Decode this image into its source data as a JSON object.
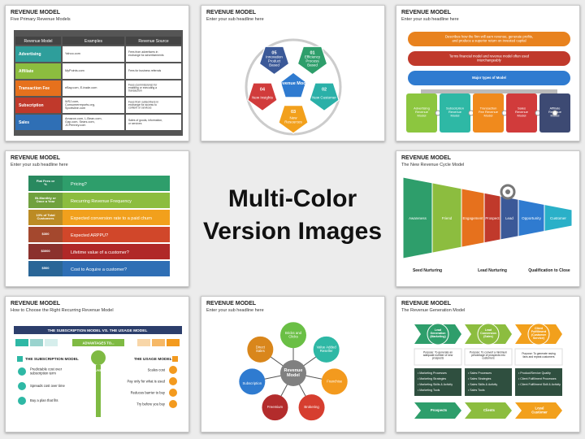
{
  "center": {
    "line1": "Multi-Color",
    "line2": "Version Images"
  },
  "slides": [
    {
      "title": "REVENUE MODEL",
      "subtitle": "Five Primary Revenue Models",
      "table": {
        "headers": [
          "Revenue Model",
          "Examples",
          "Revenue Source"
        ],
        "rows": [
          {
            "model": "Advertising",
            "color": "#2e9e9b",
            "examples": "Yahoo.com",
            "source": "Fees from advertisers in exchange for advertisements"
          },
          {
            "model": "Affiliate",
            "color": "#8cbd3f",
            "examples": "MyPoints.com",
            "source": "Fees for business referrals"
          },
          {
            "model": "Transaction Fee",
            "color": "#e6711d",
            "examples": "eBay.com, E-trade.com",
            "source": "Fees (commissions) for enabling or executing a transaction"
          },
          {
            "model": "Subscription",
            "color": "#c0392b",
            "examples": "WSJ.com, Consumerreports.org, Sportsline.com",
            "source": "Fees from subscribers in exchange for access to content or services"
          },
          {
            "model": "Sales",
            "color": "#2f6fb5",
            "examples": "Amazon.com, L.Bean.com, Gap.com, Sears.com, JCPenney.com",
            "source": "Sales of goods, information, or services"
          }
        ]
      }
    },
    {
      "title": "REVENUE MODEL",
      "subtitle": "Enter your sub headline here",
      "center_label": "Revenue Model",
      "segments": [
        {
          "num": "01",
          "label": "Efficiency Process Based",
          "color": "#2e9e6b"
        },
        {
          "num": "02",
          "label": "New Customer",
          "color": "#2ab0a8"
        },
        {
          "num": "03",
          "label": "New Resources",
          "color": "#f2a01c"
        },
        {
          "num": "04",
          "label": "New Insights",
          "color": "#d13b3b"
        },
        {
          "num": "05",
          "label": "Innovation Product Based",
          "color": "#3b5998"
        }
      ]
    },
    {
      "title": "REVENUE MODEL",
      "subtitle": "Enter your sub headline here",
      "bars": [
        {
          "text": "Describes how the firm will earn revenue, generate profits, and produce a superior return on invested capital",
          "color": "#e8821e"
        },
        {
          "text": "Terms financial model and revenue model often used interchangeably",
          "color": "#c0392b"
        },
        {
          "text": "Major types of Model",
          "color": "#2f7bd0"
        }
      ],
      "boxes": [
        {
          "text": "Advertising Revenue Model",
          "color": "#8cc63f"
        },
        {
          "text": "Subscription Revenue Model",
          "color": "#2eb8a5"
        },
        {
          "text": "Transaction Fee Revenue Model",
          "color": "#f08a1d"
        },
        {
          "text": "Sales Revenue Model",
          "color": "#d13b3b"
        },
        {
          "text": "Affiliate Revenue Model",
          "color": "#3d4a73"
        }
      ]
    },
    {
      "title": "REVENUE MODEL",
      "subtitle": "Enter your sub headline here",
      "rows": [
        {
          "tag": "Flat Fees or %",
          "text": "Pricing?",
          "color": "#2e9e6b"
        },
        {
          "tag": "Bi-Monthly or Once a Year",
          "text": "Recurring Revenue Frequency",
          "color": "#8cbd3f"
        },
        {
          "tag": "10% of Total Customers",
          "text": "Expected conversion rate to a paid churn",
          "color": "#f2a01c"
        },
        {
          "tag": "$300",
          "text": "Expected ARPPU?",
          "color": "#d1472a"
        },
        {
          "tag": "$3000",
          "text": "Lifetime value of a customer?",
          "color": "#b02828"
        },
        {
          "tag": "$500",
          "text": "Cost to Acquire a customer?",
          "color": "#2f6fb5"
        }
      ]
    },
    {
      "title": "REVENUE MODEL",
      "subtitle": "The New Revenue Cycle Model",
      "stages": [
        {
          "label": "Awareness",
          "color": "#2e9e6b"
        },
        {
          "label": "Friend",
          "color": "#8cbd3f"
        },
        {
          "label": "Engagement",
          "color": "#e6711d"
        },
        {
          "label": "Prospect",
          "color": "#c0392b"
        },
        {
          "label": "Lead",
          "color": "#3b5998"
        },
        {
          "label": "Opportunity",
          "color": "#2f7bd0"
        },
        {
          "label": "Customer",
          "color": "#2ab0c8"
        }
      ],
      "footer": [
        "Seed Nurturing",
        "Lead Nurturing",
        "Qualification to Close"
      ]
    },
    {
      "title": "REVENUE MODEL",
      "subtitle": "How to Choose the Right Recurring Revenue Model",
      "banner": "THE SUBSCRIPTION MODEL VS. THE USAGE MODEL",
      "advantages": "ADVANTAGES TO...",
      "buyer": "BUYER",
      "left_title": "THE SUBSCRIPTION MODEL",
      "right_title": "THE USAGE MODEL",
      "left": [
        "Predictable cost over subscription term",
        "Spreads cost over time",
        "Buy a plan that fits"
      ],
      "right": [
        "Scales cost",
        "Pay only for what is used",
        "Reduces barrier to buy",
        "Try before you buy"
      ]
    },
    {
      "title": "REVENUE MODEL",
      "subtitle": "Enter your sub headline here",
      "hub": "Revenue Model",
      "nodes": [
        {
          "label": "Bricks and Clicks",
          "color": "#6abf45"
        },
        {
          "label": "Value Added Reseller",
          "color": "#2eb8a5"
        },
        {
          "label": "Franchise",
          "color": "#f39a1e"
        },
        {
          "label": "Brokering",
          "color": "#d63e2f"
        },
        {
          "label": "Freemium",
          "color": "#b32c2c"
        },
        {
          "label": "Subscription",
          "color": "#2f7bd0"
        },
        {
          "label": "Direct Sales",
          "color": "#d9861b"
        }
      ]
    },
    {
      "title": "REVENUE MODEL",
      "subtitle": "The Revenue Generation Model",
      "columns": [
        {
          "head": "Lead Generation (Marketing)",
          "purpose": "Purpose: To generate an adequate number of new prospects",
          "items": [
            "Marketing Processes",
            "Marketing Strategies",
            "Marketing Skills & Activity",
            "Marketing Tools"
          ],
          "foot": "Prospects",
          "color": "#2e9e6b"
        },
        {
          "head": "Lead Conversion (Sales)",
          "purpose": "Purpose: To convert a minimum percentage of prospects into customers",
          "items": [
            "Sales Processes",
            "Sales Strategies",
            "Sales Skills & Activity",
            "Sales Tools"
          ],
          "foot": "Clients",
          "color": "#8cbd3f"
        },
        {
          "head": "Client Fulfillment (Customer Service)",
          "purpose": "Purpose: To generate raving fans and repeat customers",
          "items": [
            "Product/Service Quality",
            "Client Fulfillment Processes",
            "Client Fulfillment Skill & Activity"
          ],
          "foot": "Loyal Customer",
          "color": "#f2a01c"
        }
      ]
    }
  ]
}
